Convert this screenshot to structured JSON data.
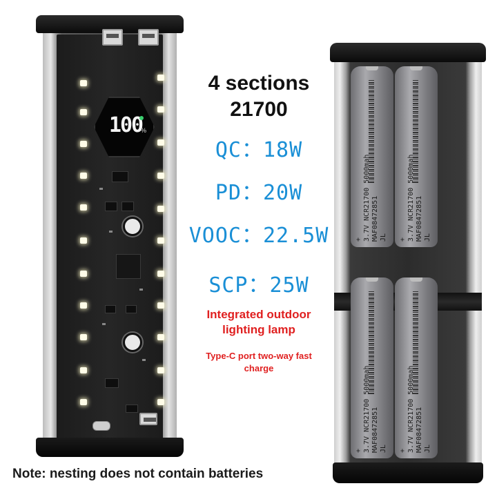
{
  "headline": {
    "line1": "4 sections",
    "line2": "21700"
  },
  "specs": [
    "QC：18W",
    "PD：20W",
    "VOOC：22.5W",
    "SCP：25W"
  ],
  "features": {
    "lighting": [
      "Integrated outdoor",
      "lighting lamp"
    ],
    "typec": [
      "Type-C port two-way fast",
      "charge"
    ]
  },
  "note": "Note: nesting does not contain batteries",
  "device_left": {
    "display_value": "100",
    "display_unit": "%"
  },
  "battery_label": {
    "plus": "+",
    "line_a": "3.7V  NCR21700  5000mah",
    "line_b": "MAF08472851",
    "brand": "JL"
  },
  "colors": {
    "spec_blue": "#1a8fd6",
    "feature_red": "#e02020",
    "text_dark": "#111111"
  }
}
